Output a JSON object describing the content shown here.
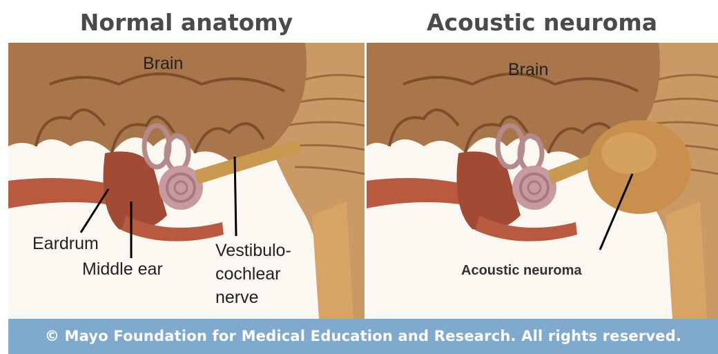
{
  "titles": {
    "left": "Normal anatomy",
    "right": "Acoustic neuroma"
  },
  "left_panel": {
    "labels": {
      "brain": "Brain",
      "eardrum": "Eardrum",
      "middle_ear": "Middle ear",
      "nerve_line1": "Vestibulo-",
      "nerve_line2": "cochlear",
      "nerve_line3": "nerve"
    }
  },
  "right_panel": {
    "labels": {
      "brain": "Brain",
      "tumor": "Acoustic neuroma"
    }
  },
  "footer": {
    "copyright": "© Mayo Foundation for Medical Education and Research.  All rights reserved."
  },
  "colors": {
    "brain": "#a9754a",
    "brain_light": "#c89a70",
    "ear_canal": "#b85a3f",
    "cochlea": "#c79aa0",
    "nerve": "#b8873e",
    "tumor": "#c98f4c",
    "footer_bg": "#7fa9cd"
  }
}
